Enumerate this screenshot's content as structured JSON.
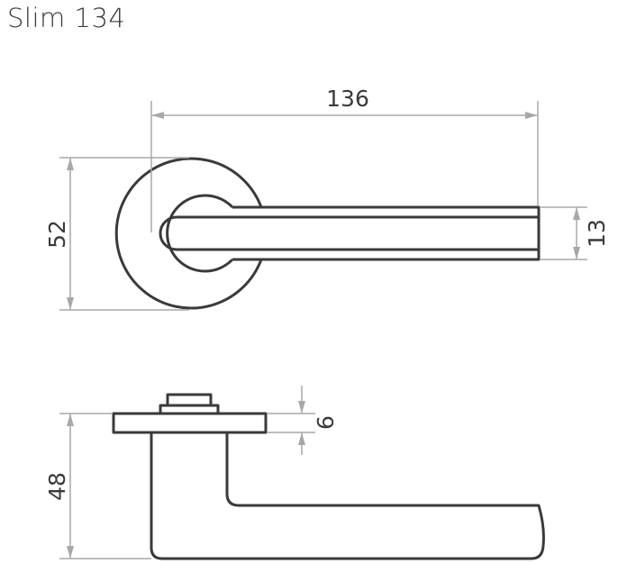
{
  "title": "Slim 134",
  "dimensions": {
    "top_width": "136",
    "top_height": "52",
    "lever_thickness": "13",
    "side_height": "48",
    "rose_thickness": "6"
  },
  "colors": {
    "outline": "#3a3a3a",
    "dimension_line": "#a8a8a8",
    "background": "#ffffff"
  }
}
